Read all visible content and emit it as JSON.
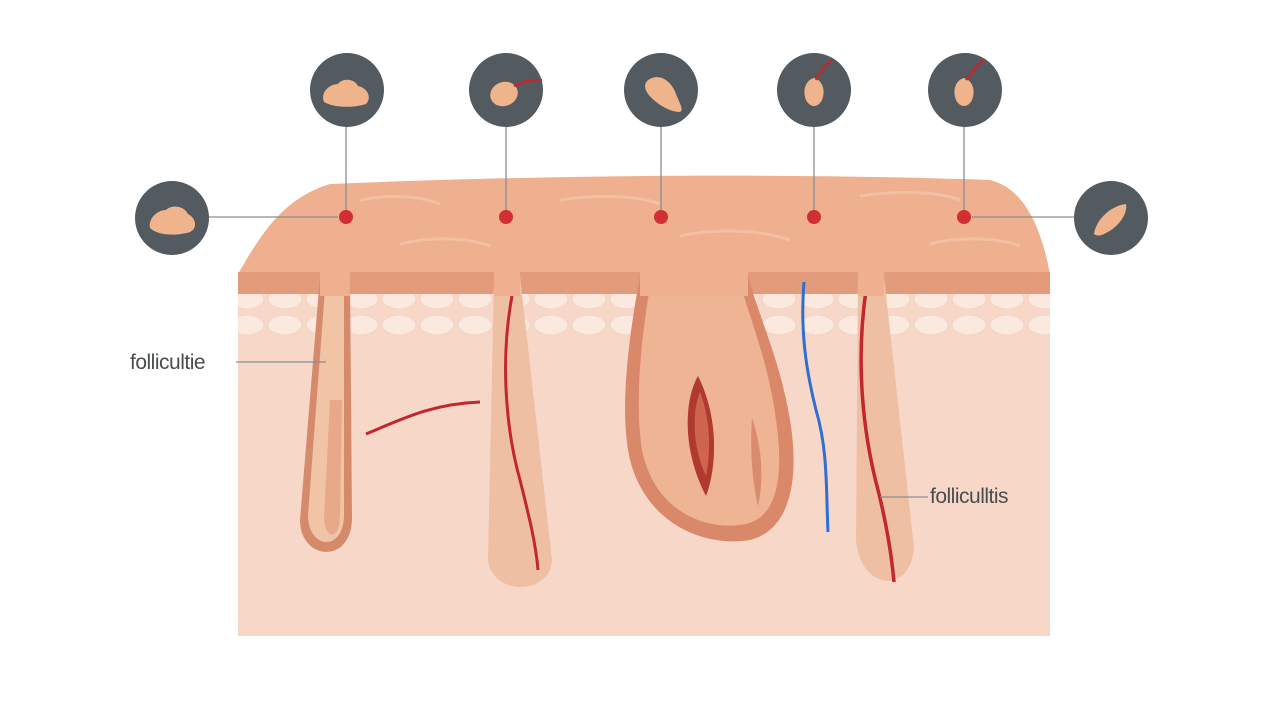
{
  "diagram": {
    "labels": {
      "left": "follicultie",
      "right": "folliculltis"
    },
    "colors": {
      "background": "#ffffff",
      "epidermis": "#eeb08f",
      "epidermis_light": "#f2bf9f",
      "dermis": "#f7d8c8",
      "dermis_edge": "#d98a6c",
      "fat": "#fae6da",
      "follicle_wall": "#c97a5e",
      "follicle_inner": "#eebc9c",
      "blood_red": "#c2272d",
      "vein_blue": "#2f6fd1",
      "icon_bg": "#535b61",
      "icon_shape": "#efb48c",
      "leader_line": "#8a8d90",
      "label_text": "#4a4d50"
    },
    "icons": [
      {
        "name": "icon-1",
        "shape": "blob"
      },
      {
        "name": "icon-2",
        "shape": "oval-with-hair"
      },
      {
        "name": "icon-3",
        "shape": "leaf-blob"
      },
      {
        "name": "icon-4",
        "shape": "drop-with-hair"
      },
      {
        "name": "icon-5",
        "shape": "drop-with-hair"
      },
      {
        "name": "icon-left",
        "shape": "blob"
      },
      {
        "name": "icon-right",
        "shape": "leaf"
      }
    ]
  }
}
